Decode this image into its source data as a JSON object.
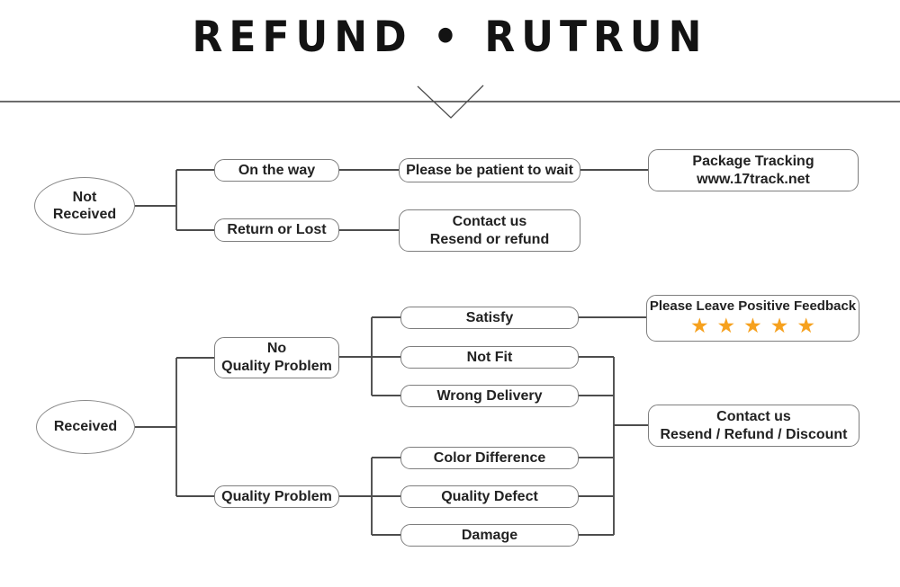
{
  "header": {
    "title": "REFUND • RUTRUN"
  },
  "not_received_flow": {
    "root": "Not\nReceived",
    "on_the_way": "On the way",
    "please_wait": "Please be patient to wait",
    "package_tracking": "Package Tracking\nwww.17track.net",
    "return_or_lost": "Return or Lost",
    "contact_us": "Contact us\nResend or refund"
  },
  "received_flow": {
    "root": "Received",
    "no_quality_problem": "No\nQuality Problem",
    "satisfy": "Satisfy",
    "not_fit": "Not Fit",
    "wrong_delivery": "Wrong Delivery",
    "feedback": {
      "title": "Please Leave Positive Feedback",
      "stars": "★★★★★",
      "star_count": 5
    },
    "quality_problem": "Quality Problem",
    "color_difference": "Color Difference",
    "quality_defect": "Quality Defect",
    "damage": "Damage",
    "contact_us": "Contact us\nResend / Refund / Discount"
  },
  "colors": {
    "star": "#F6A11E",
    "connector_line": "#4d4d4d",
    "node_border": "#7e7e7e",
    "text": "#1f1f1f"
  }
}
